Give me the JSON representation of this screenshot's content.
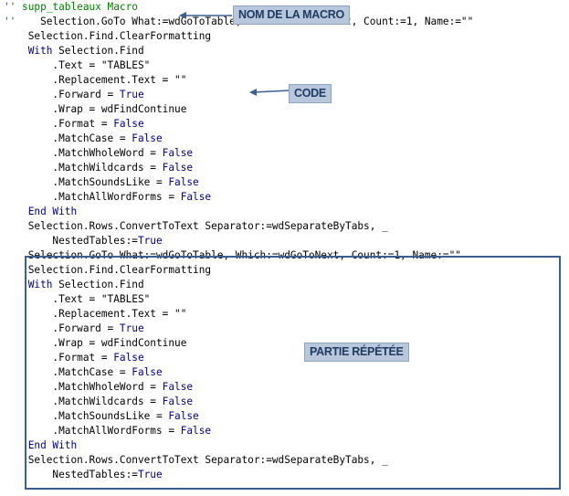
{
  "header_fragment": "' '",
  "code_lines": [
    [
      {
        "t": "'' supp_tableaux Macro",
        "c": "cm"
      }
    ],
    [
      {
        "t": "''",
        "c": "cm"
      },
      {
        "t": "    Selection.GoTo What:=wdGoToTable, Which:=wdGoToNext, Count:=1, Name:=\"\""
      }
    ],
    [
      {
        "t": "    Selection.Find.ClearFormatting"
      }
    ],
    [
      {
        "t": "    With",
        "c": "kw"
      },
      {
        "t": " Selection.Find"
      }
    ],
    [
      {
        "t": "        .Text = \"TABLES\""
      }
    ],
    [
      {
        "t": "        .Replacement.Text = \"\""
      }
    ],
    [
      {
        "t": "        .Forward = "
      },
      {
        "t": "True",
        "c": "kw"
      }
    ],
    [
      {
        "t": "        .Wrap = wdFindContinue"
      }
    ],
    [
      {
        "t": "        .Format = "
      },
      {
        "t": "False",
        "c": "kw"
      }
    ],
    [
      {
        "t": "        .MatchCase = "
      },
      {
        "t": "False",
        "c": "kw"
      }
    ],
    [
      {
        "t": "        .MatchWholeWord = "
      },
      {
        "t": "False",
        "c": "kw"
      }
    ],
    [
      {
        "t": "        .MatchWildcards = "
      },
      {
        "t": "False",
        "c": "kw"
      }
    ],
    [
      {
        "t": "        .MatchSoundsLike = "
      },
      {
        "t": "False",
        "c": "kw"
      }
    ],
    [
      {
        "t": "        .MatchAllWordForms = "
      },
      {
        "t": "False",
        "c": "kw"
      }
    ],
    [
      {
        "t": "    End With",
        "c": "kw"
      }
    ],
    [
      {
        "t": "    Selection.Rows.ConvertToText Separator:=wdSeparateByTabs, _"
      }
    ],
    [
      {
        "t": "        NestedTables:="
      },
      {
        "t": "True",
        "c": "kw"
      }
    ],
    [
      {
        "t": "    Selection.GoTo What:=wdGoToTable, Which:=wdGoToNext, Count:=1, Name:=\"\""
      }
    ],
    [
      {
        "t": "    Selection.Find.ClearFormatting"
      }
    ],
    [
      {
        "t": "    With",
        "c": "kw"
      },
      {
        "t": " Selection.Find"
      }
    ],
    [
      {
        "t": "        .Text = \"TABLES\""
      }
    ],
    [
      {
        "t": "        .Replacement.Text = \"\""
      }
    ],
    [
      {
        "t": "        .Forward = "
      },
      {
        "t": "True",
        "c": "kw"
      }
    ],
    [
      {
        "t": "        .Wrap = wdFindContinue"
      }
    ],
    [
      {
        "t": "        .Format = "
      },
      {
        "t": "False",
        "c": "kw"
      }
    ],
    [
      {
        "t": "        .MatchCase = "
      },
      {
        "t": "False",
        "c": "kw"
      }
    ],
    [
      {
        "t": "        .MatchWholeWord = "
      },
      {
        "t": "False",
        "c": "kw"
      }
    ],
    [
      {
        "t": "        .MatchWildcards = "
      },
      {
        "t": "False",
        "c": "kw"
      }
    ],
    [
      {
        "t": "        .MatchSoundsLike = "
      },
      {
        "t": "False",
        "c": "kw"
      }
    ],
    [
      {
        "t": "        .MatchAllWordForms = "
      },
      {
        "t": "False",
        "c": "kw"
      }
    ],
    [
      {
        "t": "    End With",
        "c": "kw"
      }
    ],
    [
      {
        "t": "    Selection.Rows.ConvertToText Separator:=wdSeparateByTabs, _"
      }
    ],
    [
      {
        "t": "        NestedTables:="
      },
      {
        "t": "True",
        "c": "kw"
      }
    ]
  ],
  "annotations": {
    "macro_name_label": "NOM DE LA MACRO",
    "code_label": "CODE",
    "repeated_label": "PARTIE RÉPÉTÉE"
  },
  "colors": {
    "keyword": "#00008b",
    "comment": "#008000",
    "label_bg": "#b8c7dc",
    "frame": "#3b5f93"
  }
}
